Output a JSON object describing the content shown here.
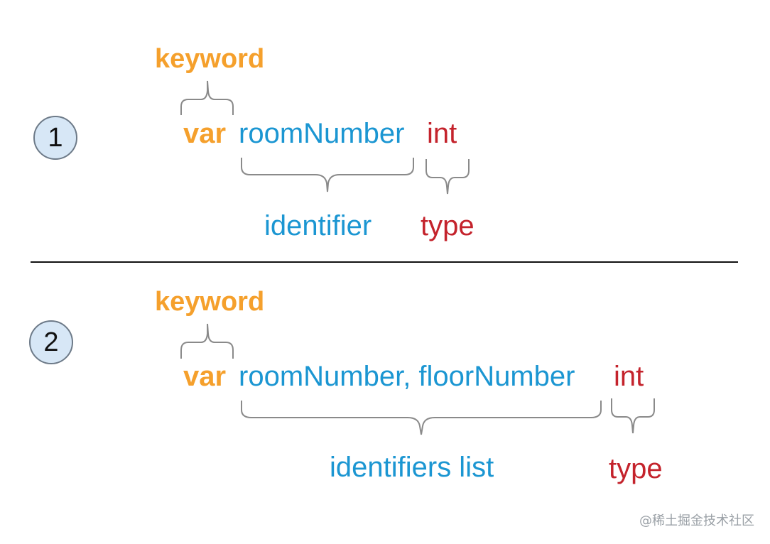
{
  "example1": {
    "number": "1",
    "keyword_label": "keyword",
    "keyword": "var",
    "identifier": "roomNumber",
    "type": "int",
    "identifier_label": "identifier",
    "type_label": "type"
  },
  "example2": {
    "number": "2",
    "keyword_label": "keyword",
    "keyword": "var",
    "identifiers": "roomNumber, floorNumber",
    "type": "int",
    "identifiers_label": "identifiers list",
    "type_label": "type"
  },
  "watermark": "@稀土掘金技术社区",
  "colors": {
    "keyword": "#f5a02c",
    "identifier": "#1b96d2",
    "type": "#c4232c",
    "brace": "#8a8a8a",
    "divider": "#111111",
    "badge_fill": "#d7e7f6"
  }
}
